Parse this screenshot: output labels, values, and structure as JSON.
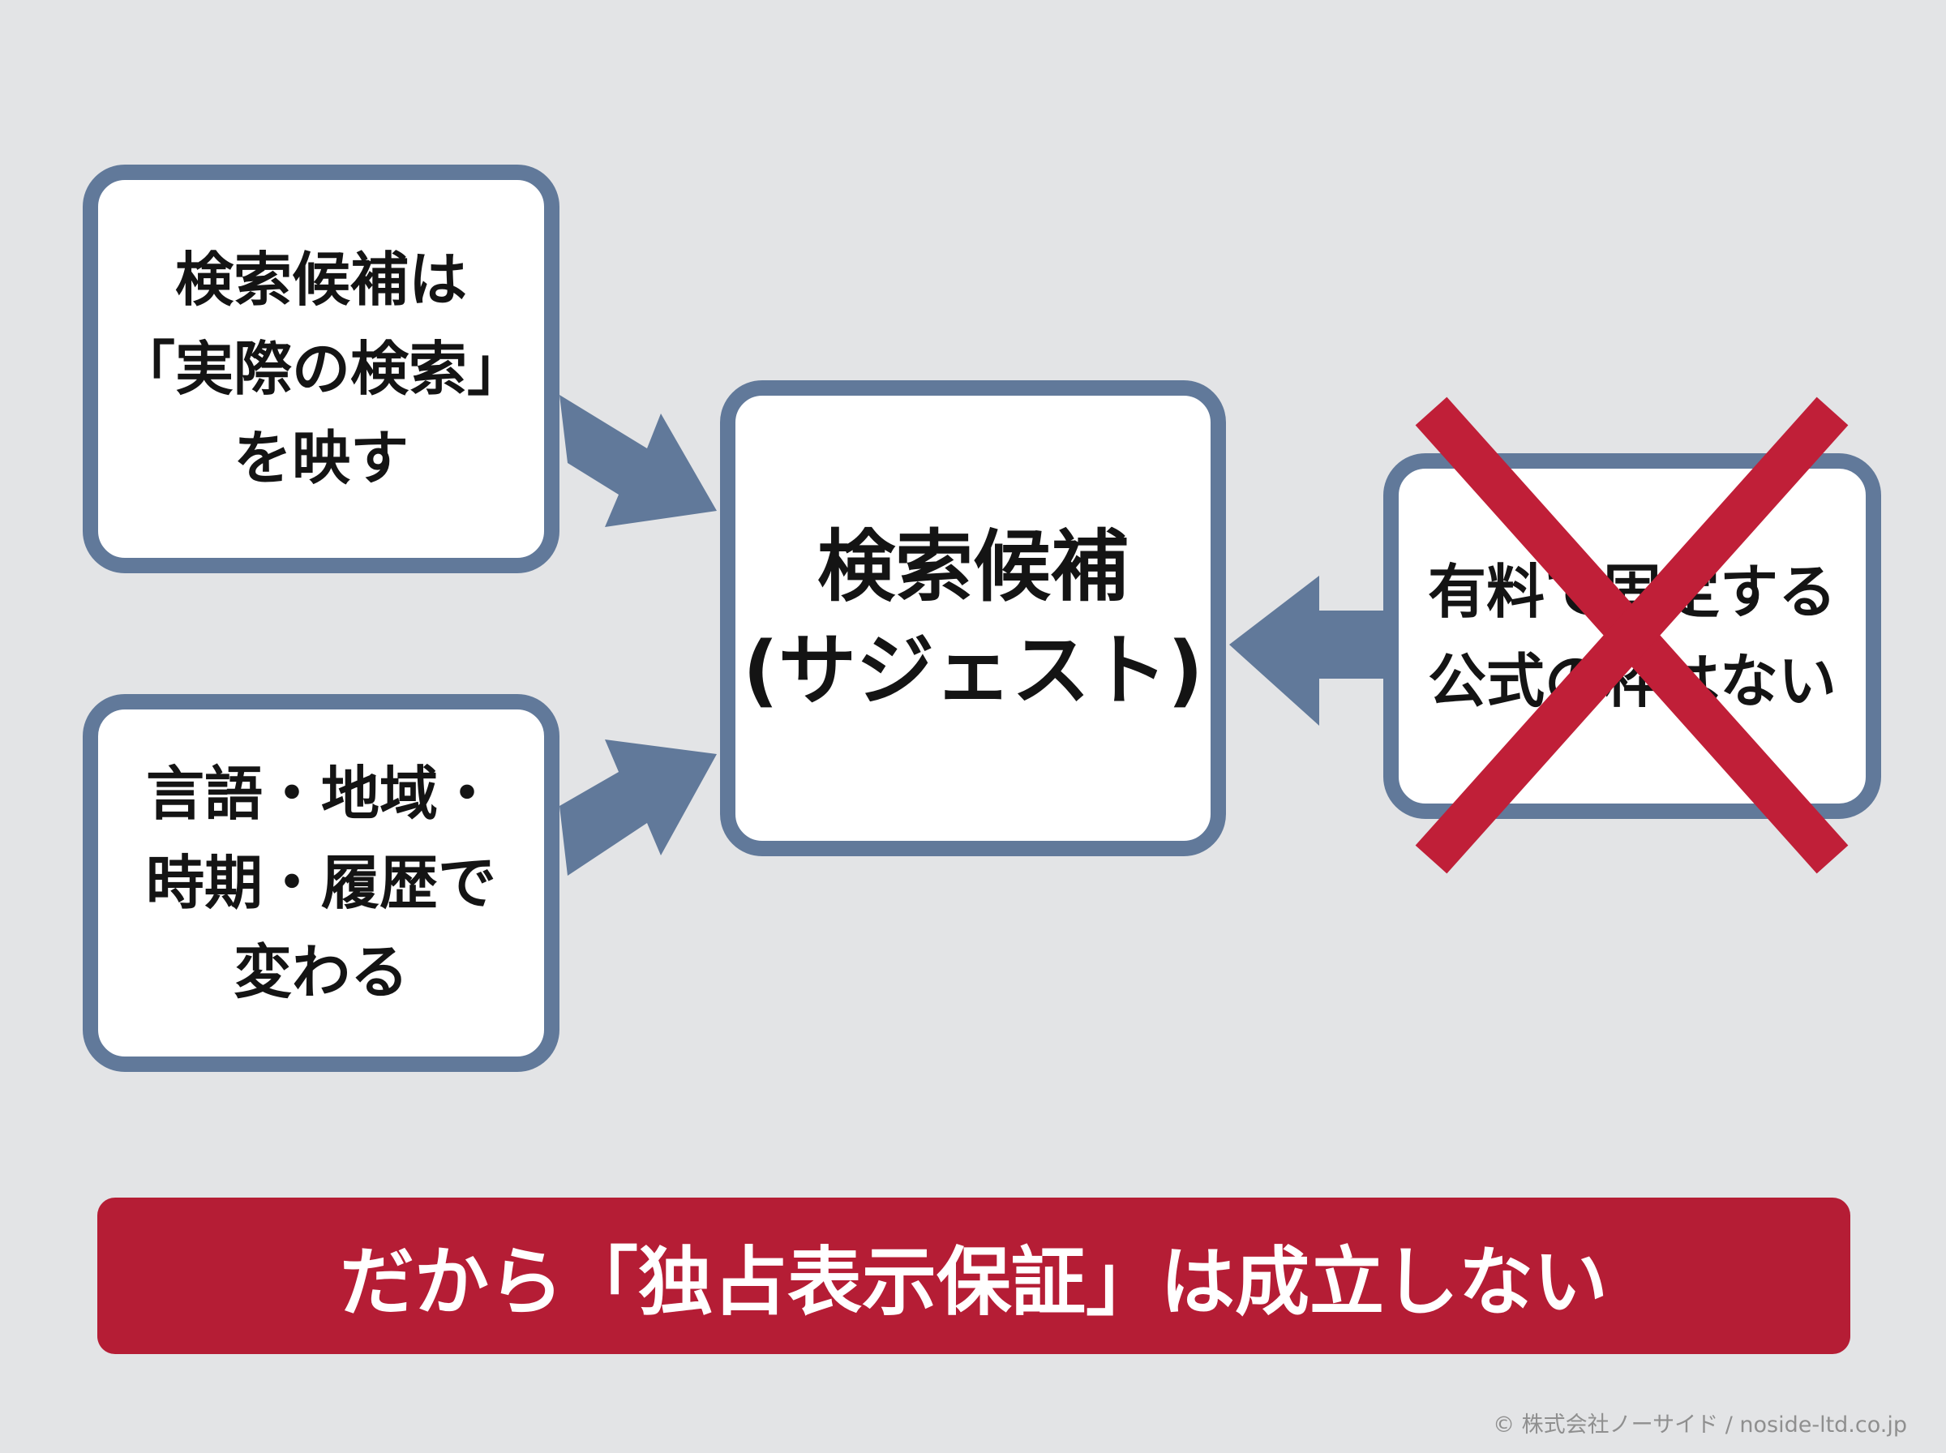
{
  "boxes": {
    "search_reflection": {
      "lines": [
        "検索候補は",
        "「実際の検索」",
        "を映す"
      ]
    },
    "variation": {
      "lines": [
        "言語・地域・",
        "時期・履歴で",
        "変わる"
      ]
    },
    "center": {
      "lines": [
        "検索候補",
        "(サジェスト)"
      ]
    },
    "no_paid_slot": {
      "lines": [
        "有料で固定する",
        "公式の枠はない"
      ]
    }
  },
  "banner": {
    "text": "だから「独占表示保証」は成立しない"
  },
  "footer": {
    "copyright": "© 株式会社ノーサイド / noside-ltd.co.jp"
  },
  "colors": {
    "background": "#e3e4e6",
    "box_border": "#61799a",
    "arrow": "#61799a",
    "cross": "#c01f38",
    "banner": "#b51d35",
    "text": "#141414"
  },
  "icons": {
    "arrows": "arrow-right-icon",
    "cross": "cross-icon"
  }
}
